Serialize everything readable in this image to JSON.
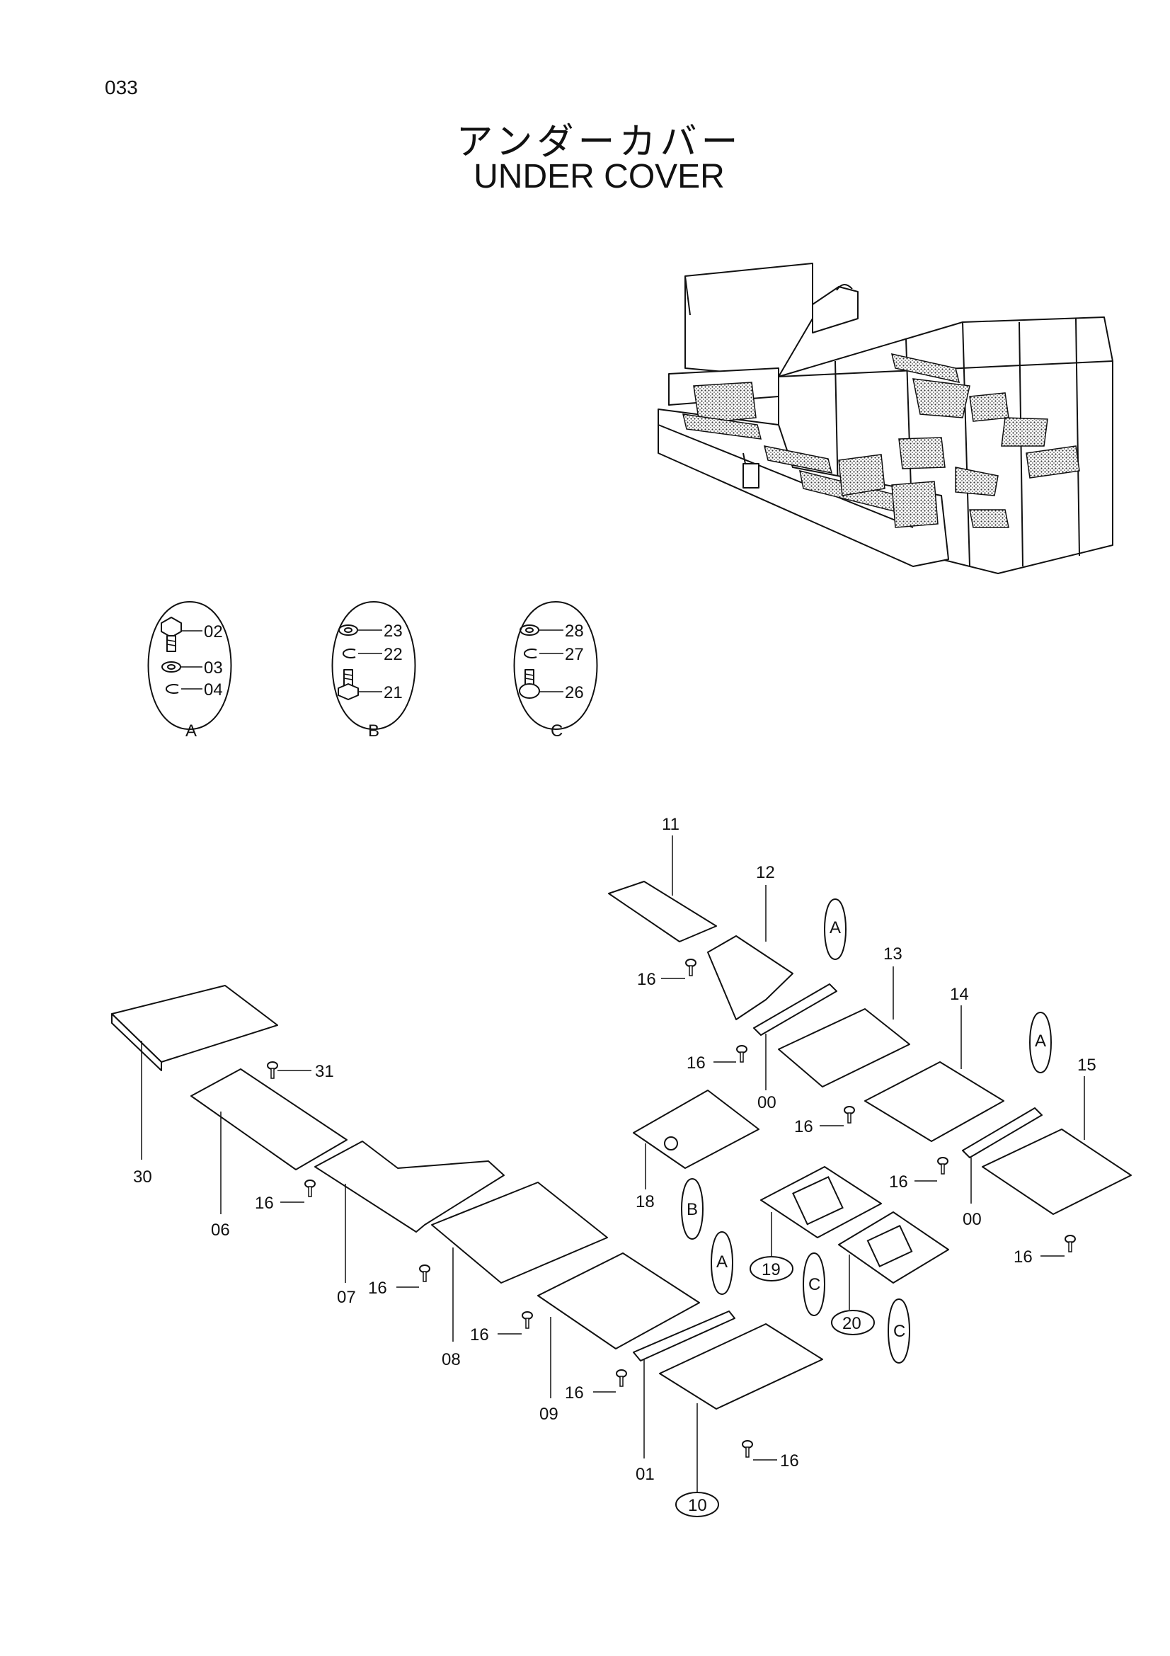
{
  "page": {
    "number": "033"
  },
  "title": {
    "jp": "アンダーカバー",
    "en": "UNDER COVER"
  },
  "fastener_sets": [
    {
      "set": "A",
      "parts": [
        "02",
        "03",
        "04"
      ]
    },
    {
      "set": "B",
      "parts": [
        "23",
        "22",
        "21"
      ]
    },
    {
      "set": "C",
      "parts": [
        "28",
        "27",
        "26"
      ]
    }
  ],
  "callouts": {
    "p00": "00",
    "p01": "01",
    "p06": "06",
    "p07": "07",
    "p08": "08",
    "p09": "09",
    "p10": "10",
    "p11": "11",
    "p12": "12",
    "p13": "13",
    "p14": "14",
    "p15": "15",
    "p16": "16",
    "p18": "18",
    "p19": "19",
    "p20": "20",
    "p30": "30",
    "p31": "31",
    "ref_a": "A",
    "ref_b": "B",
    "ref_c": "C"
  }
}
